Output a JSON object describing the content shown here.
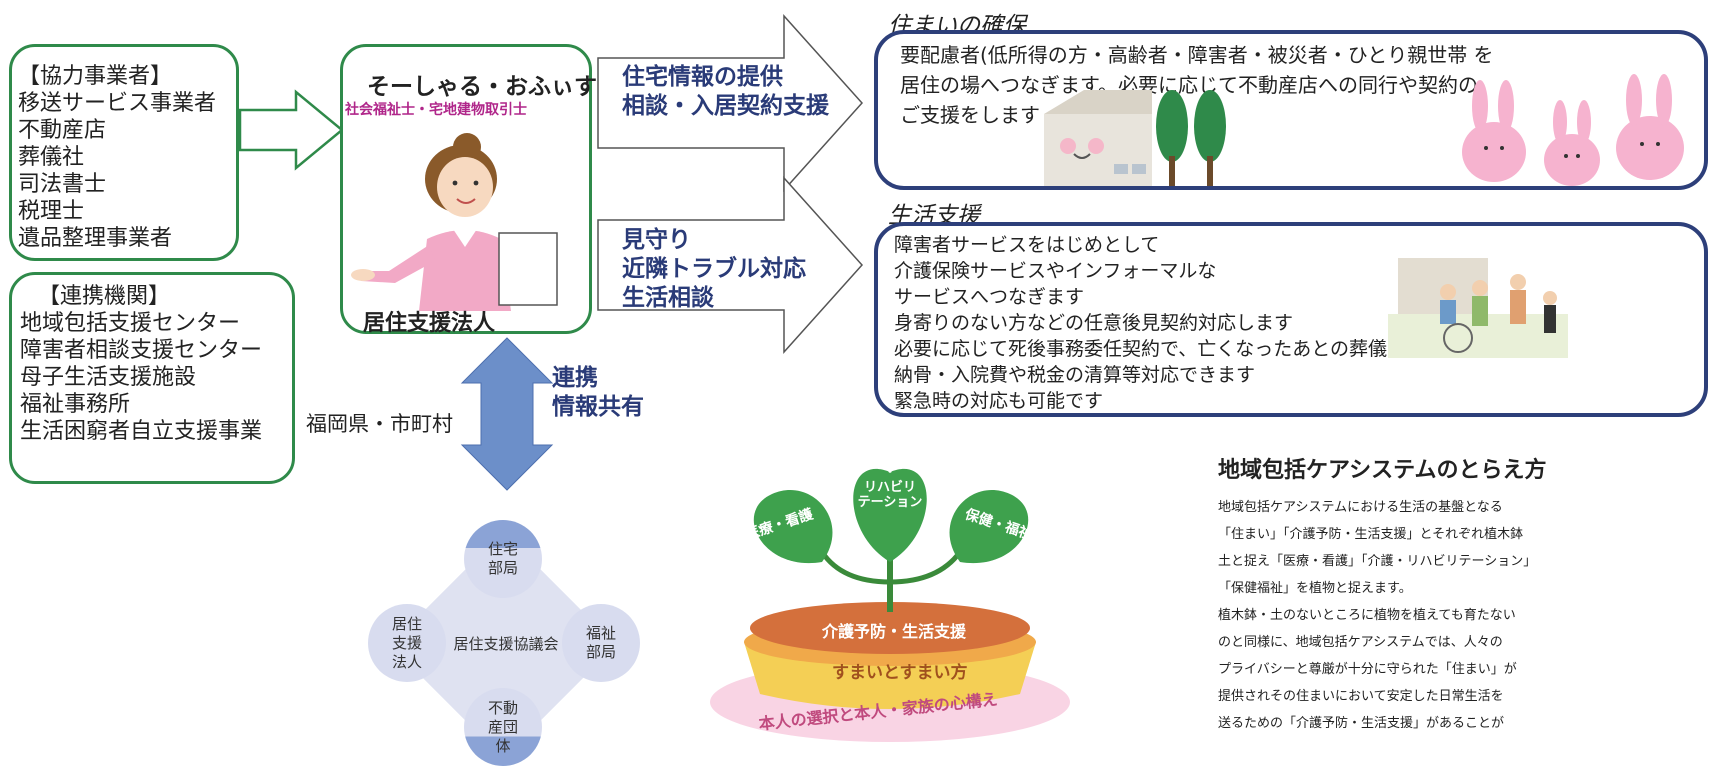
{
  "partners": {
    "title": "【協力事業者】",
    "items": [
      "移送サービス事業者",
      "不動産店",
      "葬儀社",
      "司法書士",
      "税理士",
      "遺品整理事業者"
    ]
  },
  "agencies": {
    "title": "【連携機関】",
    "items": [
      "地域包括支援センター",
      "障害者相談支援センター",
      "母子生活支援施設",
      "福祉事務所",
      "生活困窮者自立支援事業"
    ]
  },
  "prefecture_label": "福岡県・市町村",
  "office": {
    "name": "そーしゃる・おふぃす",
    "subtitle": "社会福祉士・宅地建物取引士",
    "role": "居住支援法人"
  },
  "arrow_top": {
    "lines": [
      "住宅情報の提供",
      "相談・入居契約支援"
    ]
  },
  "arrow_mid": {
    "lines": [
      "見守り",
      "近隣トラブル対応",
      "生活相談"
    ]
  },
  "cooperation": {
    "lines": [
      "連携",
      "情報共有"
    ]
  },
  "housing": {
    "title": "住まいの確保",
    "lines": [
      "要配慮者(低所得の方・高齢者・障害者・被災者・ひとり親世帯 を",
      "居住の場へつなぎます。必要に応じて不動産店への同行や契約の",
      "ご支援をします"
    ]
  },
  "life_support": {
    "title": "生活支援",
    "lines": [
      "障害者サービスをはじめとして",
      "介護保険サービスやインフォーマルな",
      "サービスへつなぎます",
      "身寄りのない方などの任意後見契約対応します",
      "必要に応じて死後事務委任契約で、亡くなったあとの葬儀",
      "納骨・入院費や税金の清算等対応できます",
      "緊急時の対応も可能です"
    ]
  },
  "council": {
    "center": "居住支援協議会",
    "top": "住宅\n部局",
    "left": "居住\n支援\n法人",
    "right": "福祉\n部局",
    "bottom": "不動\n産団\n体"
  },
  "plant": {
    "leaf_center": "介護\n・\nリハビリ\nテーション",
    "leaf_left": "医療・看護",
    "leaf_right": "保健・福祉",
    "soil": "介護予防・生活支援",
    "pot": "すまいとすまい方",
    "base": "本人の選択と本人・家族の心構え"
  },
  "care_system": {
    "title": "地域包括ケアシステムのとらえ方",
    "lines": [
      "地域包括ケアシステムにおける生活の基盤となる",
      "「住まい」「介護予防・生活支援」とそれぞれ植木鉢",
      "土と捉え「医療・看護」「介護・リハビリテーション」",
      "「保健福祉」を植物と捉えます。",
      "植木鉢・土のないところに植物を植えても育たない",
      "のと同様に、地域包括ケアシステムでは、人々の",
      "プライバシーと尊厳が十分に守られた「住まい」が",
      "提供されその住まいにおいて安定した日常生活を",
      "送るための「介護予防・生活支援」があることが"
    ]
  },
  "colors": {
    "green": "#2f8a4a",
    "navy": "#2d3f7a",
    "magenta": "#b0268a",
    "arrow_blue": "#6c8fc9"
  },
  "icons": [
    "house-illustration",
    "tree-illustration",
    "rabbit-illustration",
    "woman-illustration",
    "caregiver-illustration",
    "flower-pot-illustration"
  ]
}
